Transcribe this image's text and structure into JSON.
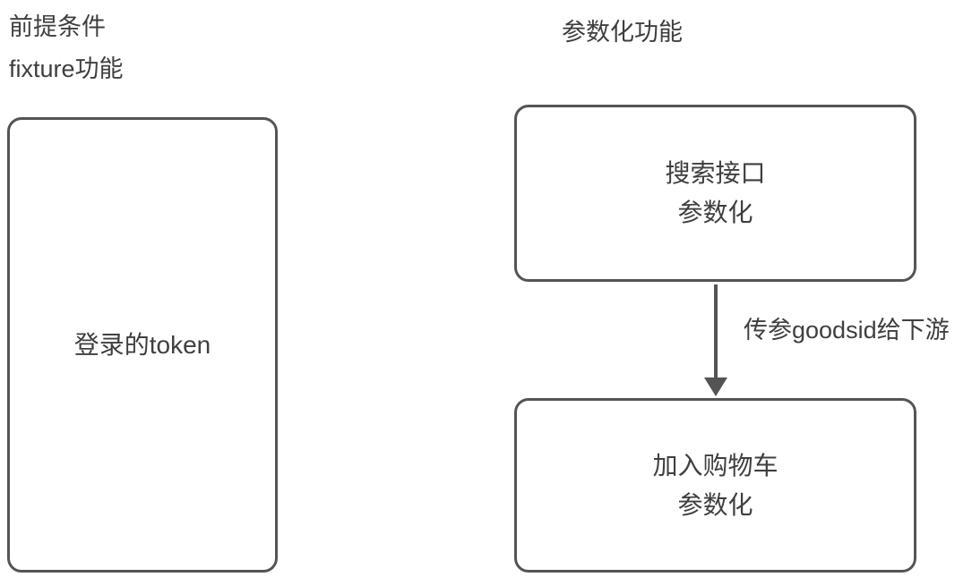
{
  "diagram": {
    "background_color": "#ffffff",
    "stroke_color": "#545454",
    "text_color": "#3f3f3f",
    "left_section": {
      "title_line1": "前提条件",
      "title_line2": "fixture功能",
      "box": {
        "label": "登录的token"
      }
    },
    "right_section": {
      "title": "参数化功能",
      "top_box": {
        "line1": "搜索接口",
        "line2": "参数化"
      },
      "connector": {
        "label": "传参goodsid给下游",
        "direction": "down"
      },
      "bottom_box": {
        "line1": "加入购物车",
        "line2": "参数化"
      }
    }
  }
}
